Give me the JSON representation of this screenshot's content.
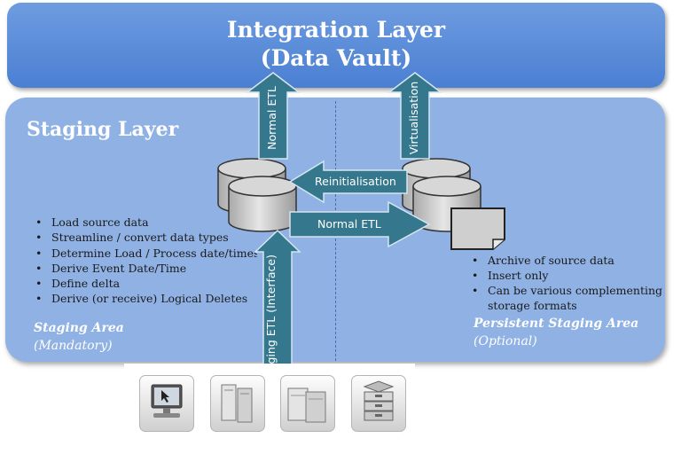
{
  "integration_layer": {
    "title_line1": "Integration Layer",
    "title_line2": "(Data Vault)"
  },
  "staging_layer": {
    "title": "Staging Layer",
    "staging_area": {
      "title": "Staging Area",
      "subtitle": "(Mandatory)",
      "bullets": [
        "Load source data",
        "Streamline  / convert data types",
        "Determine Load / Process date/times",
        "Derive Event Date/Time",
        "Define delta",
        "Derive (or receive) Logical Deletes"
      ]
    },
    "persistent_staging_area": {
      "title": "Persistent Staging Area",
      "subtitle": "(Optional)",
      "bullets": [
        "Archive of source data",
        "Insert only",
        "Can be various complementing storage formats"
      ]
    }
  },
  "arrows": {
    "normal_etl_up": "Normal ETL",
    "virtualisation": "Virtualisation",
    "reinitialisation": "Reinitialisation",
    "normal_etl_right": "Normal ETL",
    "staging_etl": "Staging ETL (Interface)"
  },
  "sources": [
    {
      "icon": "desktop-pointer-icon"
    },
    {
      "icon": "server-tower-icon"
    },
    {
      "icon": "database-server-icon"
    },
    {
      "icon": "storage-drawers-icon"
    }
  ],
  "colors": {
    "integration_layer": "#5b8ad8",
    "staging_layer": "#8fb1e4",
    "arrow": "#35788d",
    "cylinder": "#c8c8c8"
  }
}
